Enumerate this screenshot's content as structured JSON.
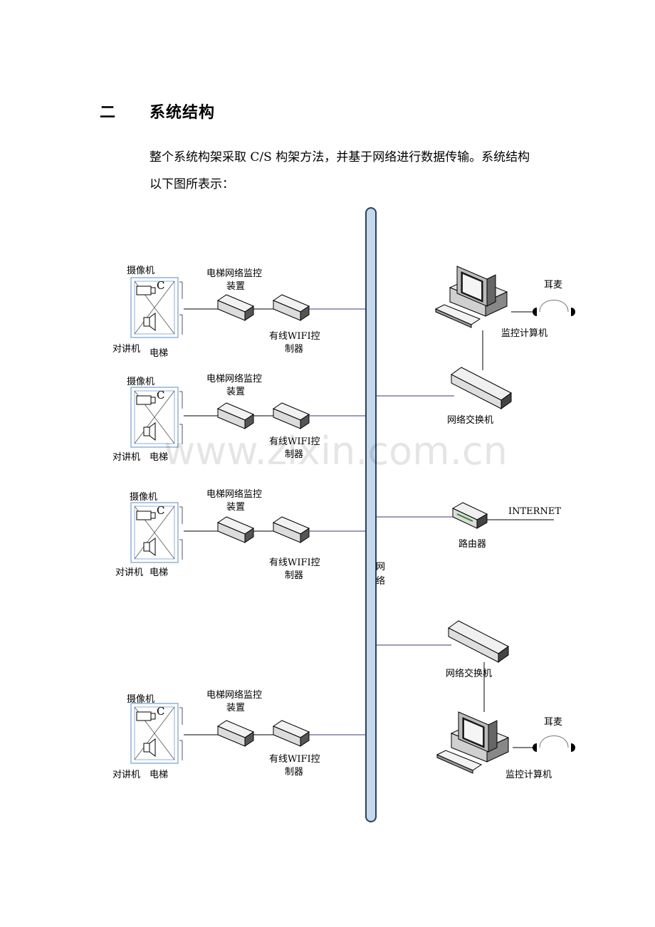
{
  "section": {
    "number": "二",
    "title": "系统结构",
    "paragraph_line1": "整个系统构架采取 C/S 构架方法，并基于网络进行数据传输。系统结构",
    "paragraph_line2": "以下图所表示："
  },
  "diagram": {
    "camera": "摄像机",
    "camera_mark": "C",
    "intercom": "对讲机",
    "elevator": "电梯",
    "monitor_device_line1": "电梯网络监控",
    "monitor_device_line2": "装置",
    "wifi_line1": "有线WIFI控",
    "wifi_line2": "制器",
    "network_line1": "网",
    "network_line2": "络",
    "headset": "耳麦",
    "monitor_computer": "监控计算机",
    "switch": "网络交换机",
    "router": "路由器",
    "internet": "INTERNET"
  },
  "watermark": "www.zixin.com.cn",
  "colors": {
    "pipe": "#c6d8ec",
    "pipe_edge": "#2a3f5a",
    "link": "#3a3a7a"
  }
}
